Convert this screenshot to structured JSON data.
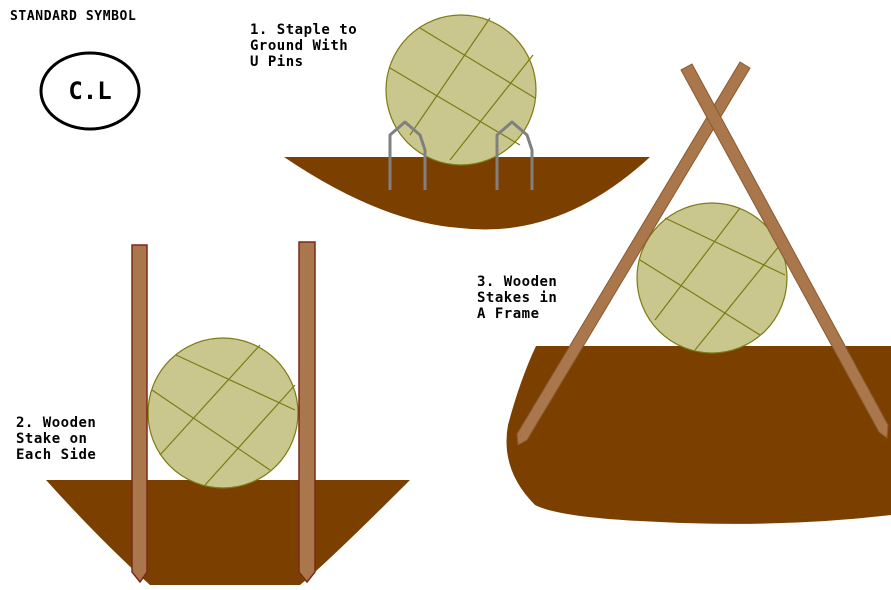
{
  "legend": {
    "title": "STANDARD SYMBOL",
    "symbol": "C.L"
  },
  "methods": [
    {
      "lines": [
        "1. Staple to",
        "Ground With",
        "U Pins"
      ]
    },
    {
      "lines": [
        "2. Wooden",
        "Stake on",
        "Each Side"
      ]
    },
    {
      "lines": [
        "3. Wooden",
        "Stakes in",
        "A Frame"
      ]
    }
  ],
  "colors": {
    "soil": "#7b3f00",
    "log_fill": "#c9c78d",
    "log_lines": "#7c7c14",
    "stake": "#a9774b",
    "stake_outline": "#7a2a1a",
    "pin": "#808080"
  }
}
